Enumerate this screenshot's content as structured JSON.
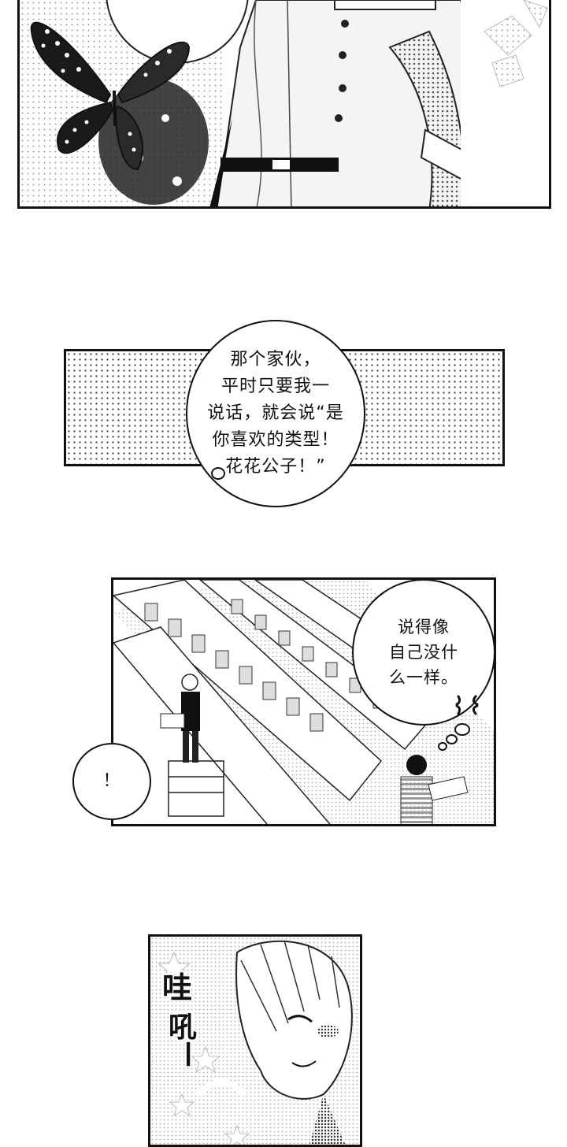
{
  "panels": {
    "panel1": {
      "art": "man-in-coat-with-butterfly"
    },
    "panel2": {
      "speech": "那个家伙，\n平时只要我一\n说话，就会说“是\n你喜欢的类型！\n花花公子！”"
    },
    "panel3": {
      "thought": "说得像\n自己没什\n么一样。",
      "exclaim": "！",
      "anger_mark": "anger-mark-icon"
    },
    "panel4": {
      "sfx_line1": "哇",
      "sfx_line2": "吼",
      "sfx_line3": "—"
    }
  }
}
